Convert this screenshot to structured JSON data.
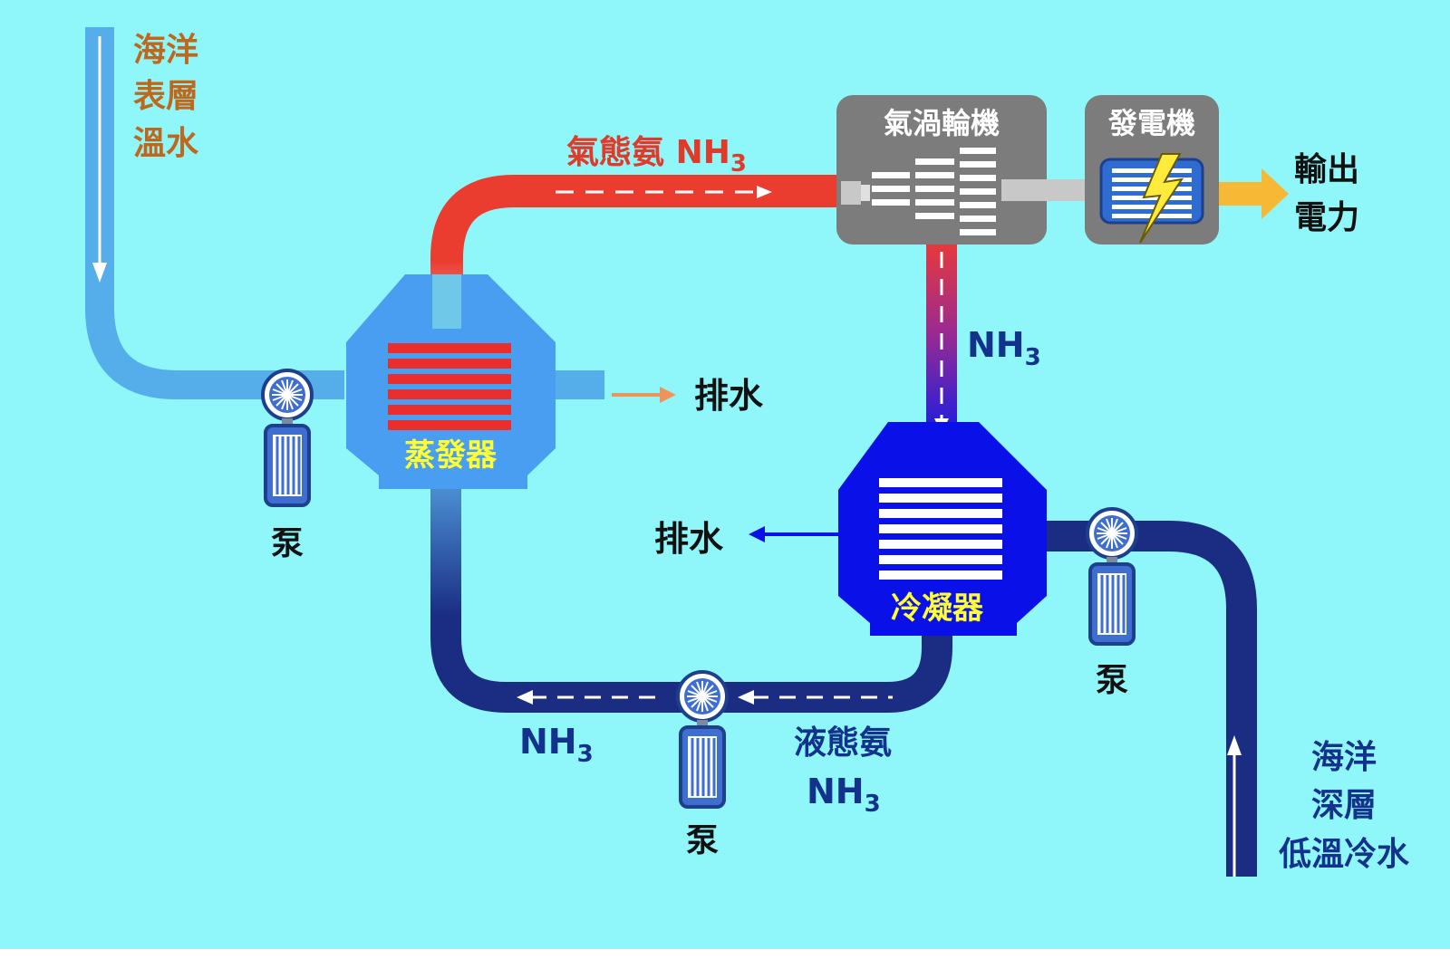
{
  "title": "",
  "labels": {
    "warm_water_line1": "海洋",
    "warm_water_line2": "表層",
    "warm_water_line3": "溫水",
    "vapor_ammonia": "氣態氨",
    "nh3_main": "NH",
    "nh3_sub": "3",
    "turbine": "氣渦輪機",
    "generator": "發電機",
    "output_line1": "輸出",
    "output_line2": "電力",
    "discharge_warm": "排水",
    "discharge_cold": "排水",
    "evaporator": "蒸發器",
    "condenser": "冷凝器",
    "pump_warm": "泵",
    "pump_cold": "泵",
    "pump_return": "泵",
    "liquid_ammonia": "液態氨",
    "cold_water_line1": "海洋",
    "cold_water_line2": "深層",
    "cold_water_line3": "低溫冷水"
  },
  "colors": {
    "background": "#8ff7f9",
    "warm_pipe": "#55aeea",
    "vapor_pipe": "#ea3c2f",
    "cold_pipe": "#1a2d82",
    "evaporator": "#4a9ef2",
    "condenser": "#0a10e8",
    "machine_box": "#7c7c7c",
    "label_orange": "#c0671e",
    "label_blue": "#13328c",
    "label_red": "#e03a2a",
    "label_yellow": "#ffff33",
    "power_arrow": "#f7b935"
  }
}
